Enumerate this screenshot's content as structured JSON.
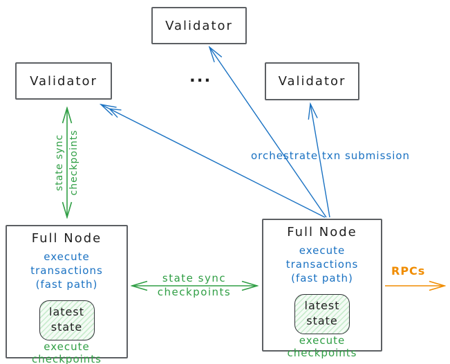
{
  "nodes": {
    "validator_top": {
      "label": "Validator"
    },
    "validator_left": {
      "label": "Validator"
    },
    "validator_right": {
      "label": "Validator"
    },
    "ellipsis": "...",
    "full_node_left": {
      "title": "Full Node",
      "exec_line1": "execute transactions",
      "exec_line2": "(fast path)",
      "state_line1": "latest",
      "state_line2": "state",
      "checkpoints": "execute checkpoints"
    },
    "full_node_right": {
      "title": "Full Node",
      "exec_line1": "execute transactions",
      "exec_line2": "(fast path)",
      "state_line1": "latest",
      "state_line2": "state",
      "checkpoints": "execute checkpoints"
    }
  },
  "edge_labels": {
    "vertical_sync": {
      "line1": "state sync",
      "line2": "checkpoints"
    },
    "horizontal_sync": {
      "line1": "state sync",
      "line2": "checkpoints"
    },
    "orchestrate": "orchestrate txn submission",
    "rpcs": "RPCs"
  },
  "colors": {
    "green": "#2f9e44",
    "blue": "#1971c2",
    "orange": "#f08c00",
    "border": "#5c5f63",
    "text": "#1e1e1e",
    "stripe": "#c9ecce"
  }
}
